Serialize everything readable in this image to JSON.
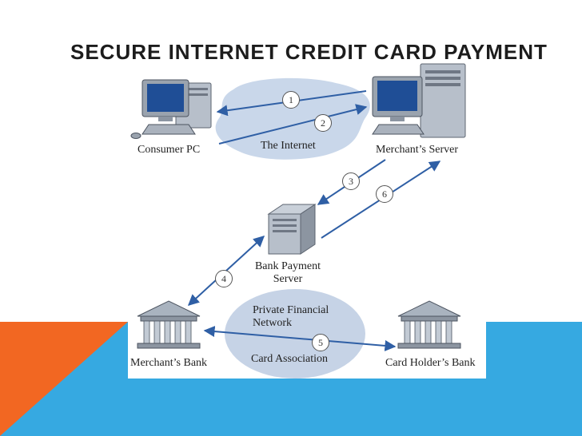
{
  "title": "SECURE INTERNET CREDIT CARD PAYMENT",
  "colors": {
    "accent_orange": "#f26722",
    "accent_blue": "#36a9e1",
    "cloud": "#c9d7ea",
    "network_oval": "#c6d3e6",
    "arrow": "#2f5fa5"
  },
  "nodes": {
    "consumer_pc": {
      "label": "Consumer PC",
      "icon": "desktop-computer-icon"
    },
    "merchant_server": {
      "label": "Merchant’s Server",
      "icon": "server-computer-icon"
    },
    "bank_payment_server": {
      "label_line1": "Bank Payment",
      "label_line2": "Server",
      "icon": "server-tower-icon"
    },
    "merchant_bank": {
      "label": "Merchant’s Bank",
      "icon": "bank-building-icon"
    },
    "card_holder_bank": {
      "label": "Card Holder’s Bank",
      "icon": "bank-building-icon"
    }
  },
  "regions": {
    "internet": "The Internet",
    "network_line1": "Private Financial",
    "network_line2": "Network",
    "card_association": "Card Association"
  },
  "steps": [
    "1",
    "2",
    "3",
    "4",
    "5",
    "6"
  ]
}
